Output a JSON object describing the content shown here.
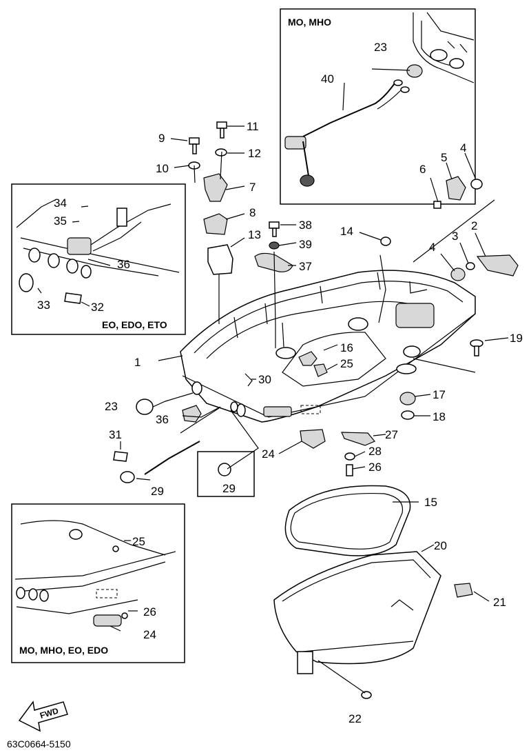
{
  "diagram_code": "63C0664-5150",
  "fwd_label": "FWD",
  "insets": {
    "top_right": "MO, MHO",
    "left_mid": "EO, EDO, ETO",
    "bottom_left": "MO, MHO, EO, EDO"
  },
  "parts": {
    "p1": "1",
    "p2": "2",
    "p3": "3",
    "p4a": "4",
    "p4b": "4",
    "p5": "5",
    "p6": "6",
    "p7": "7",
    "p8": "8",
    "p9": "9",
    "p10": "10",
    "p11": "11",
    "p12": "12",
    "p13": "13",
    "p14": "14",
    "p15": "15",
    "p16": "16",
    "p17": "17",
    "p18": "18",
    "p19": "19",
    "p20": "20",
    "p21": "21",
    "p22": "22",
    "p23a": "23",
    "p23b": "23",
    "p24a": "24",
    "p24b": "24",
    "p25a": "25",
    "p25b": "25",
    "p26a": "26",
    "p26b": "26",
    "p27": "27",
    "p28": "28",
    "p29a": "29",
    "p29b": "29",
    "p30": "30",
    "p31": "31",
    "p32": "32",
    "p33": "33",
    "p34": "34",
    "p35": "35",
    "p36a": "36",
    "p36b": "36",
    "p37": "37",
    "p38": "38",
    "p39": "39",
    "p40": "40"
  }
}
